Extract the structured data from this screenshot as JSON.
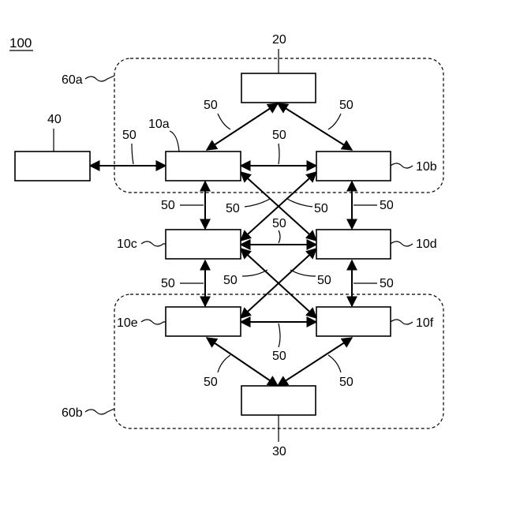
{
  "figure_label": "100",
  "groups": {
    "top": "60a",
    "bottom": "60b"
  },
  "nodes": {
    "n20": "20",
    "n40": "40",
    "n30": "30",
    "n10a": "10a",
    "n10b": "10b",
    "n10c": "10c",
    "n10d": "10d",
    "n10e": "10e",
    "n10f": "10f"
  },
  "link_label": "50"
}
